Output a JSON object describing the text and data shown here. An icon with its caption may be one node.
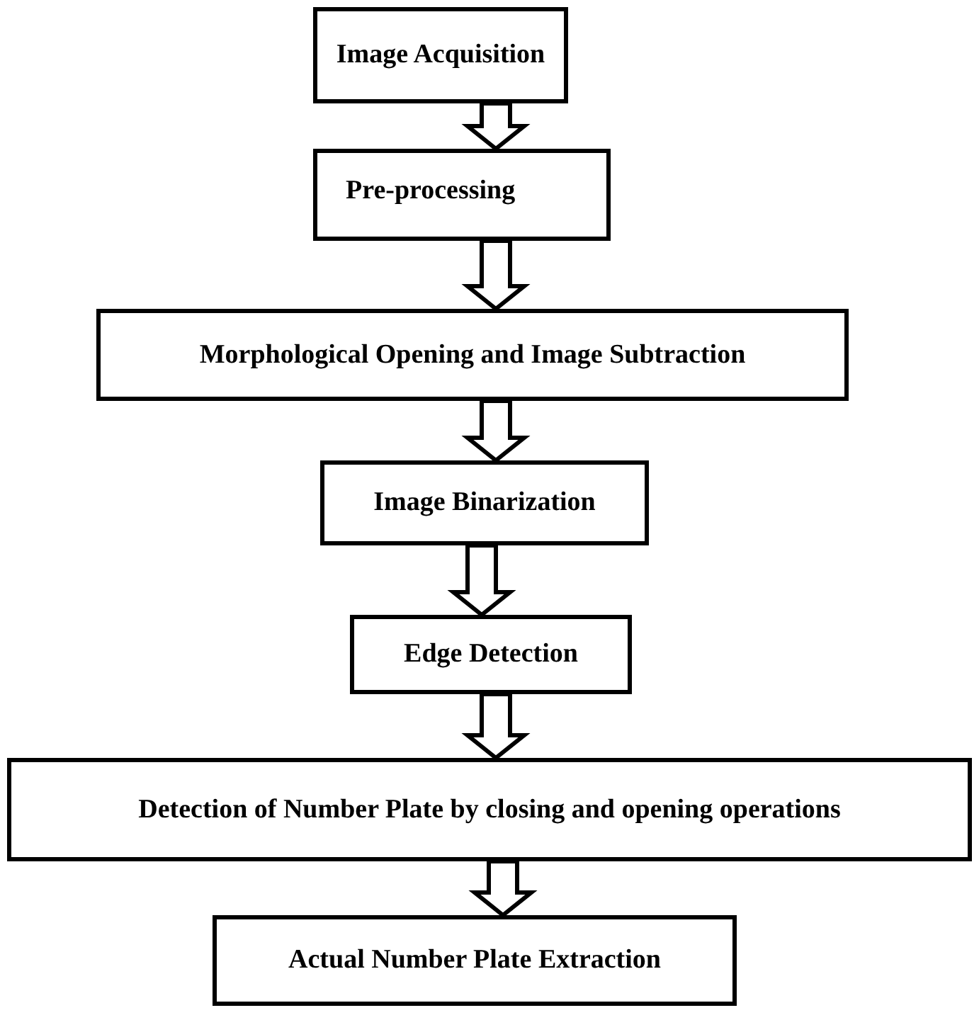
{
  "diagram": {
    "nodes": [
      {
        "text": [
          "Image Acquisition"
        ]
      },
      {
        "text": [
          "Pre-processing"
        ]
      },
      {
        "text": [
          "Morphological Opening and Image Subtraction"
        ]
      },
      {
        "text": [
          "Image Binarization"
        ]
      },
      {
        "text": [
          "Edge Detection"
        ]
      },
      {
        "text": [
          "Detection of Number Plate by closing and opening operations"
        ]
      },
      {
        "text": [
          "Actual Number Plate Extraction"
        ]
      }
    ],
    "edges": [
      {
        "from": 0,
        "to": 1,
        "arrow": "to"
      },
      {
        "from": 1,
        "to": 2,
        "arrow": "to"
      },
      {
        "from": 2,
        "to": 3,
        "arrow": "to"
      },
      {
        "from": 3,
        "to": 4,
        "arrow": "to"
      },
      {
        "from": 4,
        "to": 5,
        "arrow": "to"
      },
      {
        "from": 5,
        "to": 6,
        "arrow": "to"
      }
    ]
  }
}
